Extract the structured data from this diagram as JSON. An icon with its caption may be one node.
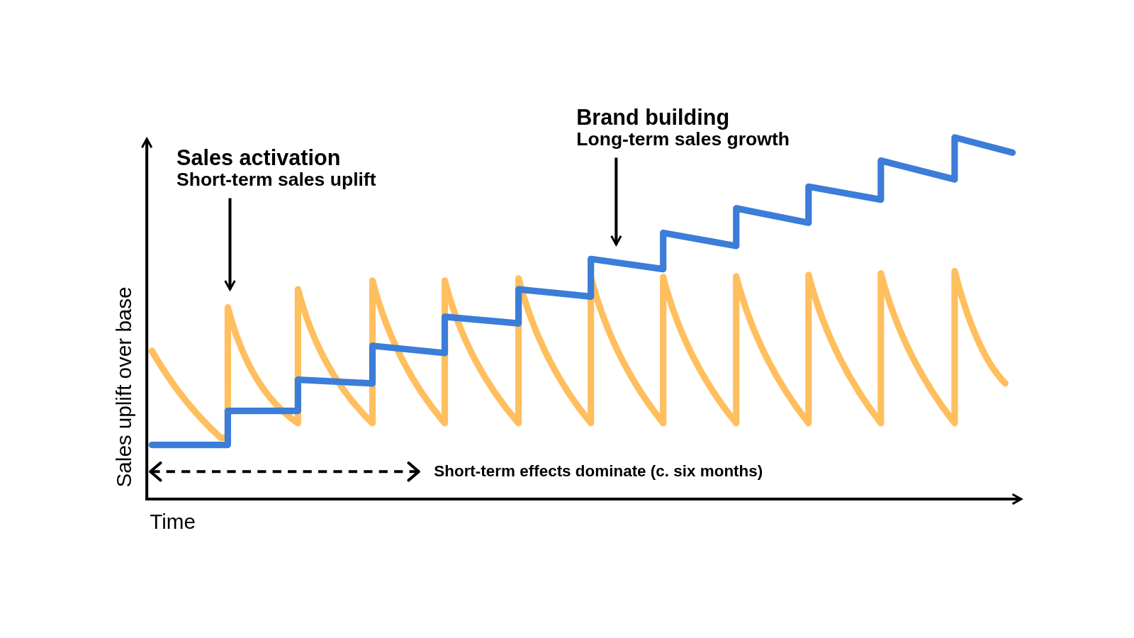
{
  "diagram": {
    "nodes": [
      {
        "text": [
          "Sales activation",
          "Short-term sales uplift"
        ]
      },
      {
        "text": [
          "Brand building",
          "Long-term sales growth"
        ]
      }
    ],
    "edges": [
      {
        "from": 0,
        "to": null,
        "arrow": "to"
      },
      {
        "from": 1,
        "to": null,
        "arrow": "to"
      }
    ],
    "labels": [
      "Sales uplift over base",
      "Short-term effects dominate (c. six months)",
      "Time"
    ]
  }
}
